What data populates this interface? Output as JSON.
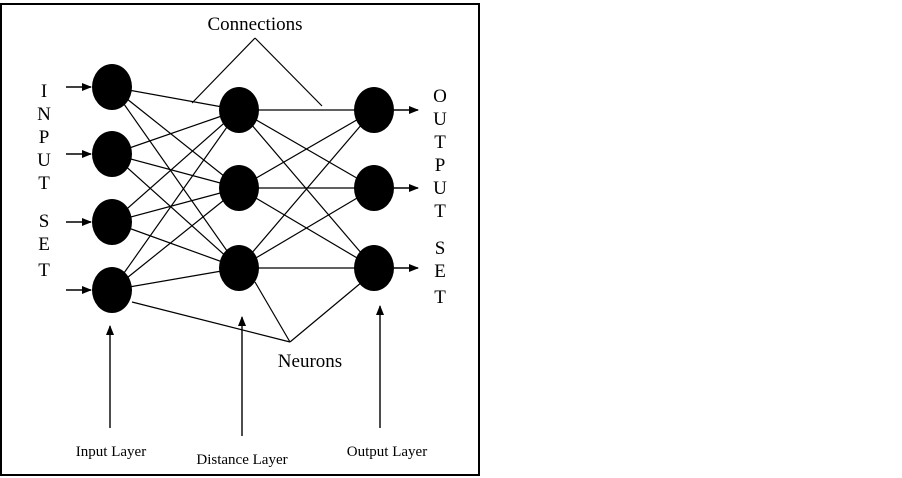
{
  "labels": {
    "connections": "Connections",
    "neurons": "Neurons",
    "input_layer": "Input Layer",
    "distance_layer": "Distance Layer",
    "output_layer": "Output Layer"
  },
  "input_set_letters": [
    "I",
    "N",
    "P",
    "U",
    "T",
    "S",
    "E",
    "T"
  ],
  "output_set_letters": [
    "O",
    "U",
    "T",
    "P",
    "U",
    "T",
    "S",
    "E",
    "T"
  ],
  "layers": {
    "input": {
      "neuron_count": 4
    },
    "distance": {
      "neuron_count": 3
    },
    "output": {
      "neuron_count": 3
    }
  },
  "colors": {
    "neuron": "#000000",
    "line": "#000000",
    "frame": "#000000",
    "background": "#ffffff"
  }
}
